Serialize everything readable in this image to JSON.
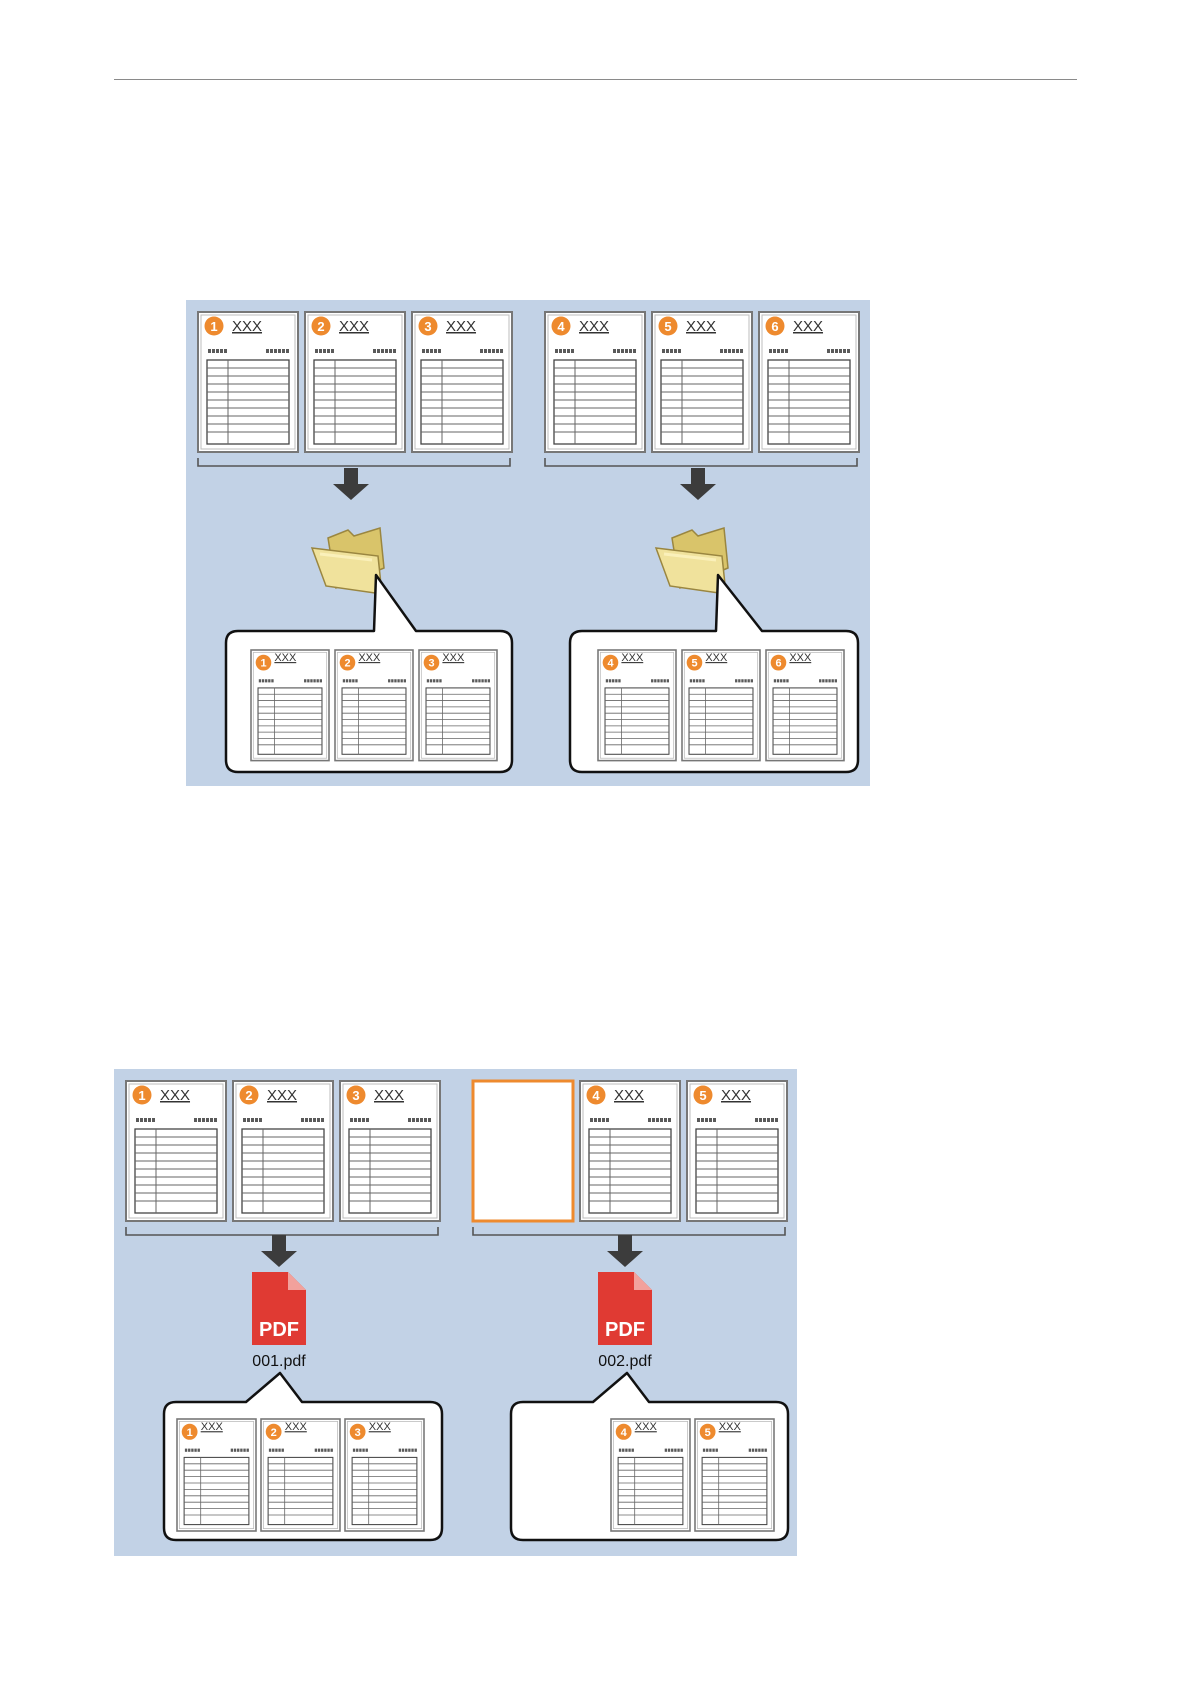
{
  "colors": {
    "panel_bg": "#c2d2e6",
    "page_border": "#777777",
    "accent_orange": "#ee8a2e",
    "bubble_border": "#111111",
    "arrow": "#3c3c3c",
    "pdf_red": "#e03a33",
    "folder_yellow": "#e9d98a"
  },
  "figure1": {
    "groups": [
      {
        "pages": [
          {
            "number": "1",
            "title": "XXX"
          },
          {
            "number": "2",
            "title": "XXX"
          },
          {
            "number": "3",
            "title": "XXX"
          }
        ],
        "output_icon": "folder-icon"
      },
      {
        "pages": [
          {
            "number": "4",
            "title": "XXX"
          },
          {
            "number": "5",
            "title": "XXX"
          },
          {
            "number": "6",
            "title": "XXX"
          }
        ],
        "output_icon": "folder-icon"
      }
    ]
  },
  "figure2": {
    "groups": [
      {
        "pages": [
          {
            "number": "1",
            "title": "XXX"
          },
          {
            "number": "2",
            "title": "XXX"
          },
          {
            "number": "3",
            "title": "XXX"
          }
        ],
        "output_icon": "pdf-icon",
        "pdf_label": "PDF",
        "filename": "001.pdf"
      },
      {
        "pages": [
          {
            "number": "4",
            "title": "XXX"
          },
          {
            "number": "5",
            "title": "XXX"
          }
        ],
        "separator_sheet": true,
        "output_icon": "pdf-icon",
        "pdf_label": "PDF",
        "filename": "002.pdf"
      }
    ]
  }
}
